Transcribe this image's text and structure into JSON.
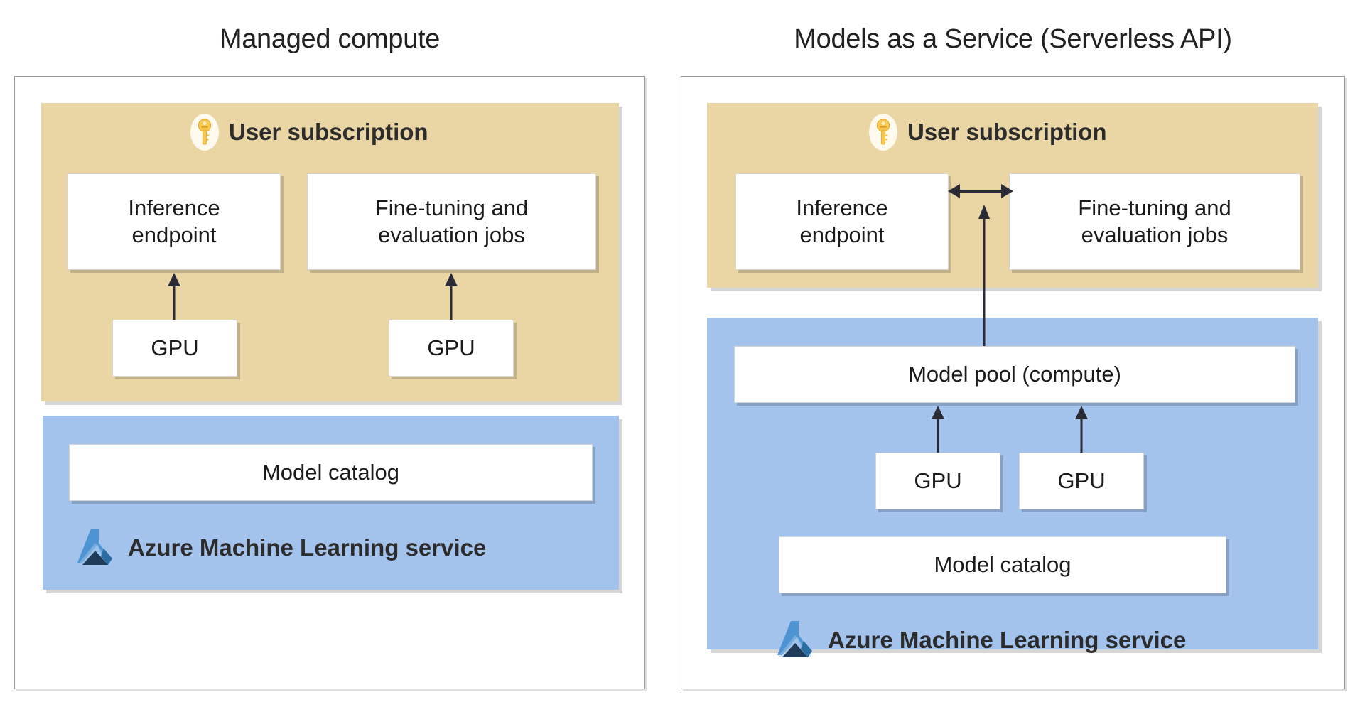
{
  "diagram": {
    "type": "comparison-architecture-diagram",
    "panels": [
      {
        "id": "managed-compute",
        "title": "Managed compute",
        "zones": [
          {
            "id": "user-subscription",
            "color": "#EAD5A5",
            "header": {
              "icon": "key-icon",
              "label": "User subscription"
            },
            "boxes": [
              {
                "id": "inference-endpoint",
                "line1": "Inference",
                "line2": "endpoint"
              },
              {
                "id": "fine-tuning-jobs",
                "line1": "Fine-tuning and",
                "line2": "evaluation jobs"
              },
              {
                "id": "gpu-1",
                "line1": "GPU"
              },
              {
                "id": "gpu-2",
                "line1": "GPU"
              }
            ]
          },
          {
            "id": "azure-ml-service",
            "color": "#A3C2EC",
            "footer": {
              "icon": "azure-ml-flask-icon",
              "label": "Azure Machine Learning service"
            },
            "boxes": [
              {
                "id": "model-catalog",
                "line1": "Model catalog"
              }
            ]
          }
        ],
        "arrows": [
          {
            "from": "gpu-1",
            "to": "inference-endpoint",
            "direction": "up"
          },
          {
            "from": "gpu-2",
            "to": "fine-tuning-jobs",
            "direction": "up"
          }
        ]
      },
      {
        "id": "models-as-a-service",
        "title": "Models as a Service (Serverless API)",
        "zones": [
          {
            "id": "user-subscription",
            "color": "#EAD5A5",
            "header": {
              "icon": "key-icon",
              "label": "User subscription"
            },
            "boxes": [
              {
                "id": "inference-endpoint",
                "line1": "Inference",
                "line2": "endpoint"
              },
              {
                "id": "fine-tuning-jobs",
                "line1": "Fine-tuning and",
                "line2": "evaluation jobs"
              }
            ]
          },
          {
            "id": "azure-ml-service",
            "color": "#A3C2EC",
            "footer": {
              "icon": "azure-ml-flask-icon",
              "label": "Azure Machine Learning service"
            },
            "boxes": [
              {
                "id": "model-pool",
                "line1": "Model pool (compute)"
              },
              {
                "id": "gpu-1",
                "line1": "GPU"
              },
              {
                "id": "gpu-2",
                "line1": "GPU"
              },
              {
                "id": "model-catalog",
                "line1": "Model catalog"
              }
            ]
          }
        ],
        "arrows": [
          {
            "from": "inference-endpoint",
            "to": "fine-tuning-jobs",
            "direction": "bidirectional-horizontal"
          },
          {
            "from": "model-pool",
            "to": "user-subscription",
            "direction": "up"
          },
          {
            "from": "gpu-1",
            "to": "model-pool",
            "direction": "up"
          },
          {
            "from": "gpu-2",
            "to": "model-pool",
            "direction": "up"
          }
        ]
      }
    ],
    "colors": {
      "subscription_zone": "#EAD5A5",
      "service_zone": "#A3C2EC",
      "box_fill": "#FFFFFF",
      "text": "#1B1B1B",
      "heading_text": "#2C2C2C",
      "arrow": "#2B2B35",
      "key_icon": "#F5C244",
      "azure_icon_light": "#5197D5",
      "azure_icon_dark": "#1F3C5B",
      "panel_border": "#9A9A9A"
    }
  }
}
